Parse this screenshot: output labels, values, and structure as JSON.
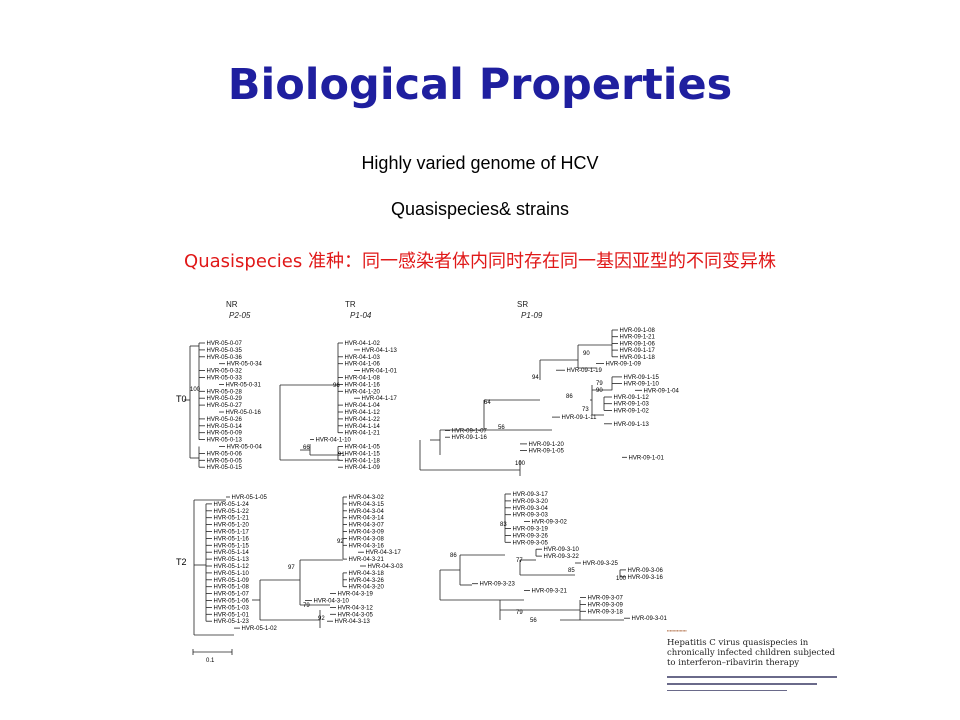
{
  "slide": {
    "title": "Biological Properties",
    "line1": "Highly varied genome of HCV",
    "line2": "Quasispecies& strains",
    "line3": "Quasispecies 准种：同一感染者体内同时存在同一基因亚型的不同变异株"
  },
  "figure": {
    "columns": [
      {
        "name": "NR",
        "patient": "P2-05"
      },
      {
        "name": "TR",
        "patient": "P1-04"
      },
      {
        "name": "SR",
        "patient": "P1-09"
      }
    ],
    "rows": [
      "T0",
      "T2"
    ],
    "scale_label": "0.1",
    "panels": {
      "nr_t0": [
        "HVR-05-0-07",
        "HVR-05-0-35",
        "HVR-05-0-36",
        "HVR-05-0-34",
        "HVR-05-0-32",
        "HVR-05-0-33",
        "HVR-05-0-31",
        "HVR-05-0-28",
        "HVR-05-0-29",
        "HVR-05-0-27",
        "HVR-05-0-16",
        "HVR-05-0-26",
        "HVR-05-0-14",
        "HVR-05-0-09",
        "HVR-05-0-13",
        "HVR-05-0-04",
        "HVR-05-0-06",
        "HVR-05-0-05",
        "HVR-05-0-15"
      ],
      "nr_t2": [
        "HVR-05-1-05",
        "HVR-05-1-24",
        "HVR-05-1-22",
        "HVR-05-1-21",
        "HVR-05-1-20",
        "HVR-05-1-17",
        "HVR-05-1-16",
        "HVR-05-1-15",
        "HVR-05-1-14",
        "HVR-05-1-13",
        "HVR-05-1-12",
        "HVR-05-1-10",
        "HVR-05-1-09",
        "HVR-05-1-08",
        "HVR-05-1-07",
        "HVR-05-1-06",
        "HVR-05-1-03",
        "HVR-05-1-01",
        "HVR-05-1-23",
        "HVR-05-1-02"
      ],
      "tr_t0": [
        "HVR-04-1-02",
        "HVR-04-1-13",
        "HVR-04-1-03",
        "HVR-04-1-06",
        "HVR-04-1-01",
        "HVR-04-1-08",
        "HVR-04-1-16",
        "HVR-04-1-20",
        "HVR-04-1-17",
        "HVR-04-1-04",
        "HVR-04-1-12",
        "HVR-04-1-22",
        "HVR-04-1-14",
        "HVR-04-1-21",
        "HVR-04-1-10",
        "HVR-04-1-05",
        "HVR-04-1-15",
        "HVR-04-1-18",
        "HVR-04-1-09"
      ],
      "tr_t2": [
        "HVR-04-3-02",
        "HVR-04-3-15",
        "HVR-04-3-04",
        "HVR-04-3-14",
        "HVR-04-3-07",
        "HVR-04-3-09",
        "HVR-04-3-08",
        "HVR-04-3-16",
        "HVR-04-3-17",
        "HVR-04-3-21",
        "HVR-04-3-03",
        "HVR-04-3-18",
        "HVR-04-3-26",
        "HVR-04-3-20",
        "HVR-04-3-19",
        "HVR-04-3-10",
        "HVR-04-3-12",
        "HVR-04-3-05",
        "HVR-04-3-13"
      ],
      "sr_t0": [
        "HVR-09-1-08",
        "HVR-09-1-21",
        "HVR-09-1-06",
        "HVR-09-1-17",
        "HVR-09-1-18",
        "HVR-09-1-09",
        "HVR-09-1-19",
        "HVR-09-1-15",
        "HVR-09-1-10",
        "HVR-09-1-04",
        "HVR-09-1-12",
        "HVR-09-1-03",
        "HVR-09-1-02",
        "HVR-09-1-11",
        "HVR-09-1-13",
        "HVR-09-1-07",
        "HVR-09-1-16",
        "HVR-09-1-20",
        "HVR-09-1-05",
        "HVR-09-1-01"
      ],
      "sr_t2": [
        "HVR-09-3-17",
        "HVR-09-3-20",
        "HVR-09-3-04",
        "HVR-09-3-03",
        "HVR-09-3-02",
        "HVR-09-3-19",
        "HVR-09-3-26",
        "HVR-09-3-05",
        "HVR-09-3-10",
        "HVR-09-3-22",
        "HVR-09-3-25",
        "HVR-09-3-06",
        "HVR-09-3-16",
        "HVR-09-3-23",
        "HVR-09-3-21",
        "HVR-09-3-07",
        "HVR-09-3-09",
        "HVR-09-3-18",
        "HVR-09-3-01"
      ]
    },
    "bootstraps": {
      "nr_t0": [
        "100"
      ],
      "tr_t0": [
        "96",
        "66",
        "91"
      ],
      "tr_t2": [
        "92",
        "97",
        "79",
        "92"
      ],
      "sr_t0": [
        "90",
        "94",
        "79",
        "90",
        "86",
        "73",
        "64",
        "56",
        "100"
      ],
      "sr_t2": [
        "83",
        "86",
        "77",
        "85",
        "100",
        "79",
        "56"
      ]
    }
  },
  "citation": {
    "title": "Hepatitis C virus quasispecies in chronically infected children subjected to interferon–ribavirin therapy"
  }
}
